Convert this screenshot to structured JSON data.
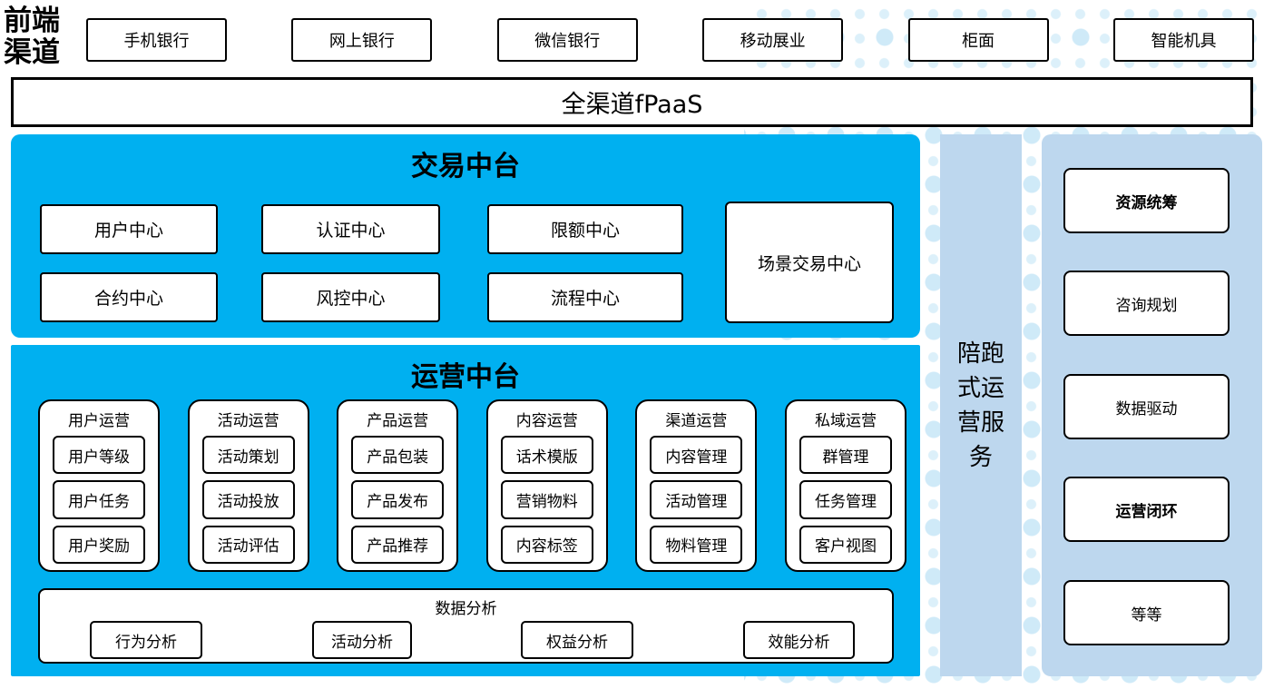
{
  "colors": {
    "cyan": "#00b0f0",
    "light_blue": "#bdd7ee",
    "dot": "#dcf0fa",
    "border": "#000000"
  },
  "front_channels": {
    "label": "前端渠道",
    "label_lines": [
      "前端",
      "渠道"
    ],
    "items": [
      "手机银行",
      "网上银行",
      "微信银行",
      "移动展业",
      "柜面",
      "智能机具"
    ]
  },
  "fpaas_bar": {
    "label": "全渠道fPaaS"
  },
  "trade_platform": {
    "title": "交易中台",
    "row1": [
      "用户中心",
      "认证中心",
      "限额中心"
    ],
    "row2": [
      "合约中心",
      "风控中心",
      "流程中心"
    ],
    "tall_box": "场景交易中心"
  },
  "ops_platform": {
    "title": "运营中台",
    "columns": [
      {
        "header": "用户运营",
        "items": [
          "用户等级",
          "用户任务",
          "用户奖励"
        ]
      },
      {
        "header": "活动运营",
        "items": [
          "活动策划",
          "活动投放",
          "活动评估"
        ]
      },
      {
        "header": "产品运营",
        "items": [
          "产品包装",
          "产品发布",
          "产品推荐"
        ]
      },
      {
        "header": "内容运营",
        "items": [
          "话术模版",
          "营销物料",
          "内容标签"
        ]
      },
      {
        "header": "渠道运营",
        "items": [
          "内容管理",
          "活动管理",
          "物料管理"
        ]
      },
      {
        "header": "私域运营",
        "items": [
          "群管理",
          "任务管理",
          "客户视图"
        ]
      }
    ],
    "analysis": {
      "title": "数据分析",
      "items": [
        "行为分析",
        "活动分析",
        "权益分析",
        "效能分析"
      ]
    }
  },
  "side_service": {
    "label": "陪跑式运营服务",
    "lines": [
      "陪跑",
      "式运",
      "营服",
      "务"
    ]
  },
  "right_panel": {
    "items": [
      {
        "label": "资源统筹",
        "bold": true
      },
      {
        "label": "咨询规划",
        "bold": false
      },
      {
        "label": "数据驱动",
        "bold": false
      },
      {
        "label": "运营闭环",
        "bold": true
      },
      {
        "label": "等等",
        "bold": false
      }
    ]
  }
}
